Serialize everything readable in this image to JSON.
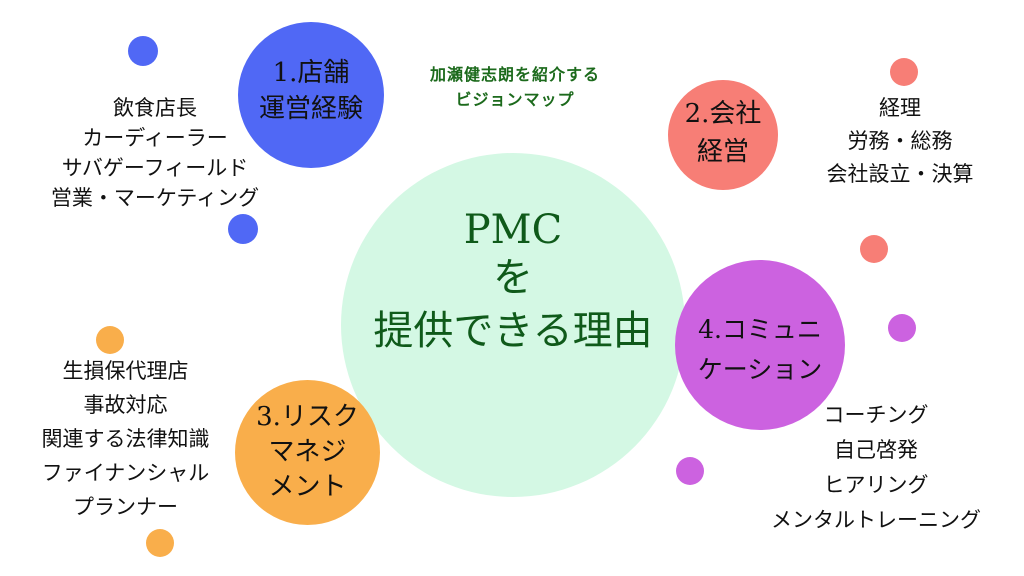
{
  "caption": {
    "line1": "加瀬健志朗を紹介する",
    "line2": "ビジョンマップ"
  },
  "center": {
    "line1": "PMC",
    "line2": "を",
    "line3": "提供できる理由"
  },
  "nodes": [
    {
      "title_line1": "1.店舗",
      "title_line2": "運営経験",
      "color": "#5068f5",
      "items": [
        "飲食店長",
        "カーディーラー",
        "サバゲーフィールド",
        "営業・マーケティング"
      ]
    },
    {
      "title_line1": "2.会社",
      "title_line2": "経営",
      "color": "#f77e76",
      "items": [
        "経理",
        "労務・総務",
        "会社設立・決算"
      ]
    },
    {
      "title_line1": "3.リスク",
      "title_line2": "マネジ",
      "title_line3": "メント",
      "color": "#f9ae4b",
      "items": [
        "生損保代理店",
        "事故対応",
        "関連する法律知識",
        "ファイナンシャル",
        "プランナー"
      ]
    },
    {
      "title_line1": "4.コミュニ",
      "title_line2": "ケーション",
      "color": "#cc62e0",
      "items": [
        "コーチング",
        "自己啓発",
        "ヒアリング",
        "メンタルトレーニング"
      ]
    }
  ]
}
